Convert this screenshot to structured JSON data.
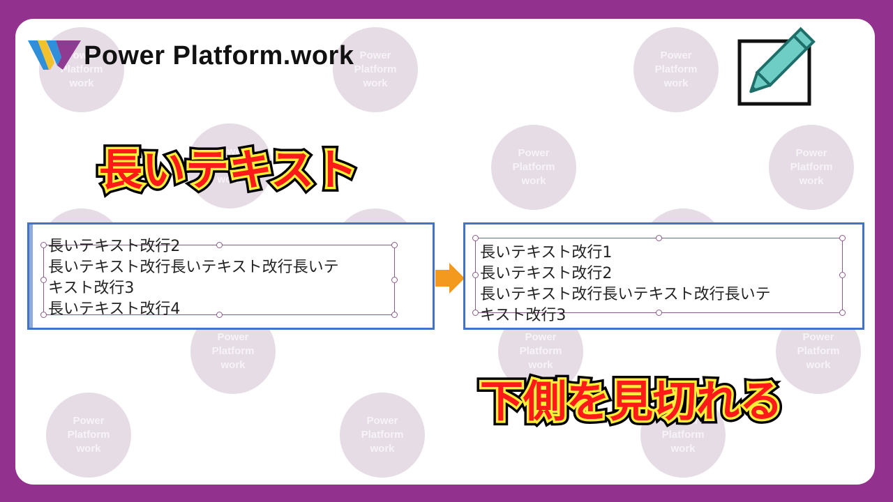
{
  "brand": {
    "name": "Power Platform.work",
    "logo_colors": [
      "#2f8fd8",
      "#f2c12e",
      "#8e3b91"
    ]
  },
  "watermark": {
    "text": "Power\nPlatform\nwork"
  },
  "icons": {
    "top_right": "pencil-icon",
    "middle": "arrow-right-icon"
  },
  "headings": {
    "long_text": "長いテキスト",
    "cut_off_bottom": "下側を見切れる"
  },
  "before_panel": {
    "lines": [
      "長いテキスト改行2",
      "長いテキスト改行長いテキスト改行長いテ",
      "キスト改行3",
      "長いテキスト改行4"
    ]
  },
  "after_panel": {
    "lines": [
      "長いテキスト改行1",
      "長いテキスト改行2",
      "長いテキスト改行長いテキスト改行長いテ",
      "キスト改行3"
    ]
  },
  "colors": {
    "frame": "#93318f",
    "panel_border": "#4472c4",
    "heading_fill": "#ff1a1a",
    "heading_outline": "#ffef3a",
    "arrow": "#f39a1e",
    "pencil": "#6ecdc4"
  }
}
